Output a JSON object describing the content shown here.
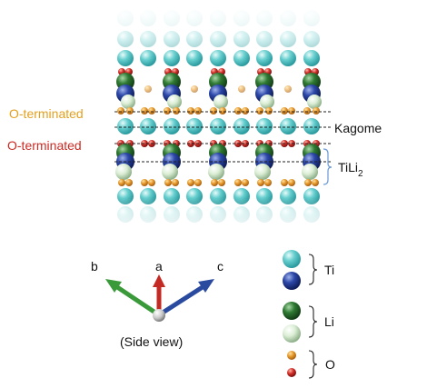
{
  "labels": {
    "o_terminated_top": "O-terminated",
    "o_terminated_bottom": "O-terminated",
    "kagome": "Kagome",
    "tili2_base": "TiLi",
    "tili2_sub": "2"
  },
  "axes": {
    "a": "a",
    "b": "b",
    "c": "c",
    "view": "(Side view)"
  },
  "legend": {
    "ti": "Ti",
    "li": "Li",
    "o": "O"
  },
  "colors": {
    "ti_light": "#55c8c8",
    "ti_dark": "#1f3a96",
    "li_dark": "#256b2b",
    "li_light": "#cfe5c8",
    "o_orange": "#e2962a",
    "o_red": "#cc2a24",
    "label_orange": "#e3a020",
    "label_red": "#cc2a24",
    "bracket_blue": "#6a9ad6",
    "axis_green": "#3a9a3a",
    "axis_red": "#c42a24",
    "axis_blue": "#2a4aa0"
  }
}
